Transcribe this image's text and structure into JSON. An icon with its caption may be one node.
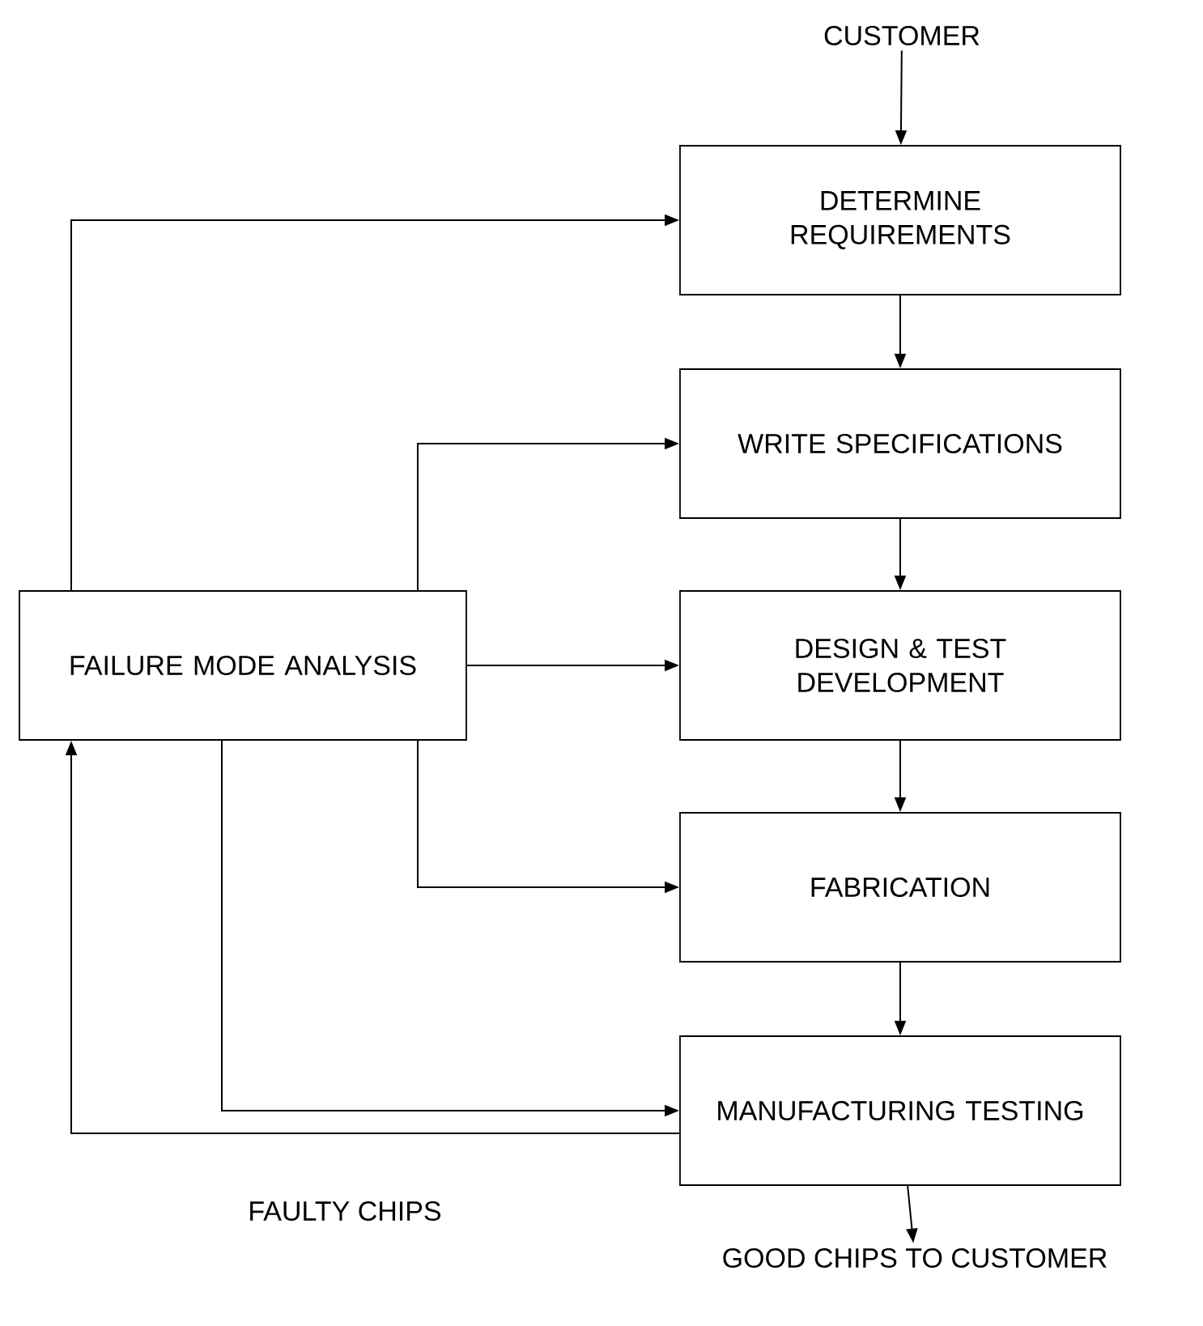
{
  "diagram": {
    "nodes": [
      {
        "text": [
          "CUSTOMER"
        ]
      },
      {
        "text": [
          "DETERMINE REQUIREMENTS"
        ]
      },
      {
        "text": [
          "WRITE SPECIFICATIONS"
        ]
      },
      {
        "text": [
          "FAILURE MODE ANALYSIS"
        ]
      },
      {
        "text": [
          "DESIGN & TEST DEVELOPMENT"
        ]
      },
      {
        "text": [
          "FABRICATION"
        ]
      },
      {
        "text": [
          "MANUFACTURING TESTING"
        ]
      },
      {
        "text": [
          "GOOD CHIPS TO CUSTOMER"
        ]
      }
    ],
    "edges": [
      {
        "from": 0,
        "to": 1,
        "arrow": "to"
      },
      {
        "from": 1,
        "to": 2,
        "arrow": "to"
      },
      {
        "from": 2,
        "to": 4,
        "arrow": "to"
      },
      {
        "from": 4,
        "to": 5,
        "arrow": "to"
      },
      {
        "from": 5,
        "to": 6,
        "arrow": "to"
      },
      {
        "from": 6,
        "to": 7,
        "arrow": "to"
      },
      {
        "from": 3,
        "to": 1,
        "arrow": "to"
      },
      {
        "from": 3,
        "to": 2,
        "arrow": "to"
      },
      {
        "from": 3,
        "to": 4,
        "arrow": "to"
      },
      {
        "from": 3,
        "to": 5,
        "arrow": "to"
      },
      {
        "from": 3,
        "to": 6,
        "arrow": "to"
      },
      {
        "from": 6,
        "to": 3,
        "label": "FAULTY CHIPS",
        "arrow": "to"
      }
    ]
  }
}
